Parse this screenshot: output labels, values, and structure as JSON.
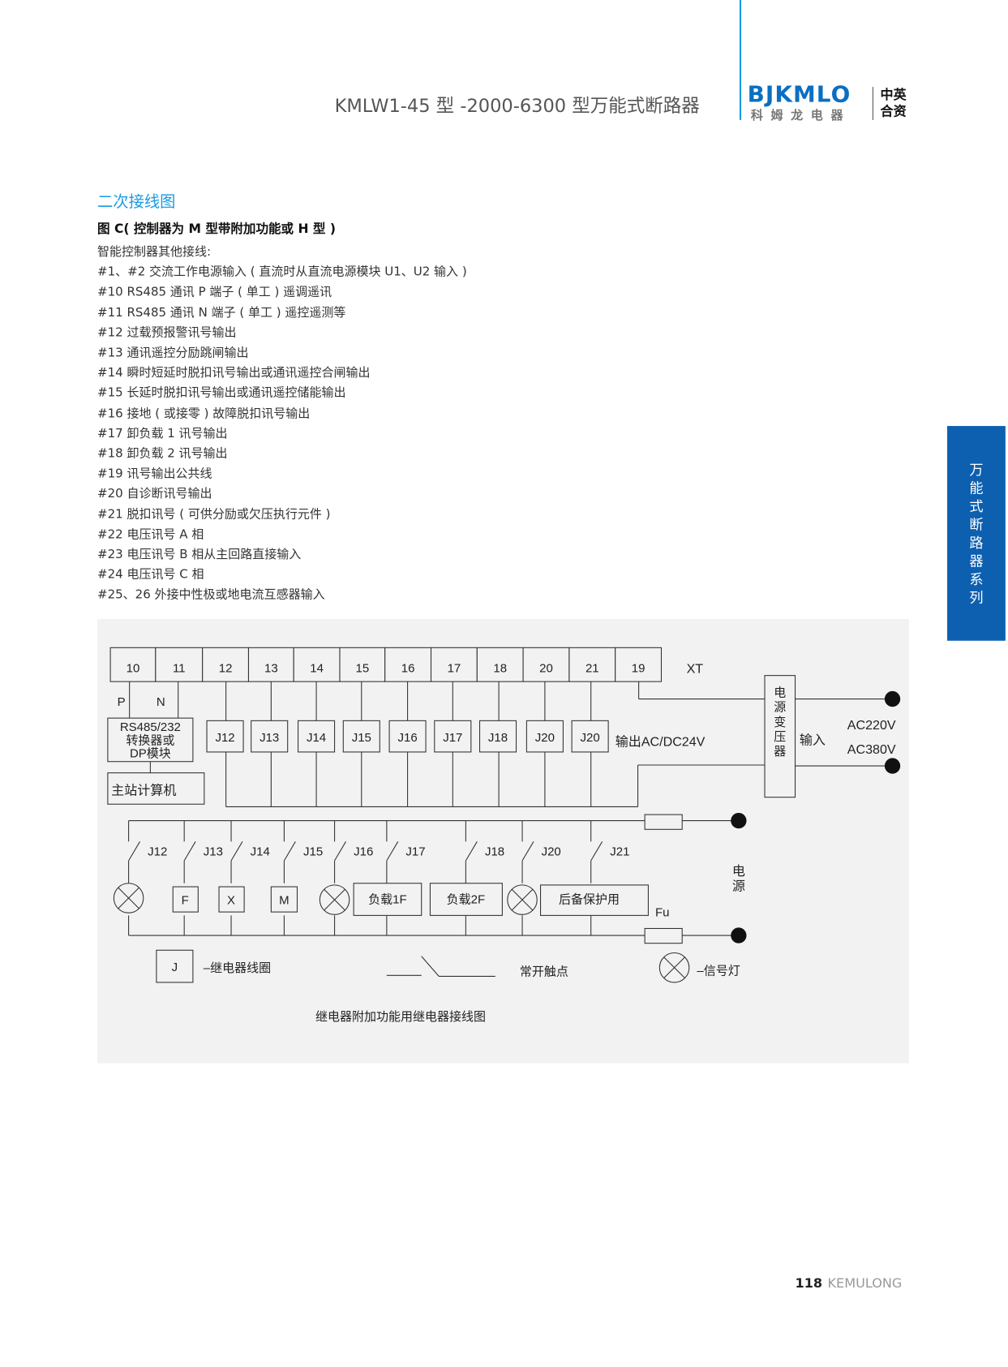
{
  "header": {
    "title": "KMLW1-45 型 -2000-6300 型万能式断路器",
    "logo_en": "BJKMLO",
    "logo_cn": "科姆龙电器",
    "logo_tag": "中英合资"
  },
  "side_tab": "万能式断路器系列",
  "section_title": "二次接线图",
  "figure_title": "图 C( 控制器为 M 型带附加功能或 H 型 )",
  "lines": [
    "智能控制器其他接线:",
    "#1、#2 交流工作电源输入 ( 直流时从直流电源模块 U1、U2 输入 )",
    "#10 RS485 通讯 P 端子 ( 单工 ) 遥调遥讯",
    "#11 RS485 通讯 N 端子 ( 单工 ) 遥控遥测等",
    "#12 过载预报警讯号输出",
    "#13 通讯遥控分励跳闸输出",
    "#14 瞬时短延时脱扣讯号输出或通讯遥控合闸输出",
    "#15 长延时脱扣讯号输出或通讯遥控储能输出",
    "#16 接地 ( 或接零 ) 故障脱扣讯号输出",
    "#17 卸负载 1 讯号输出",
    "#18 卸负载 2 讯号输出",
    "#19 讯号输出公共线",
    "#20 自诊断讯号输出",
    "#21 脱扣讯号 ( 可供分励或欠压执行元件 )",
    "#22 电压讯号 A 相",
    "#23 电压讯号 B 相从主回路直接输入",
    "#24 电压讯号 C 相",
    "#25、26 外接中性极或地电流互感器输入"
  ],
  "diagram": {
    "terminals": [
      "10",
      "11",
      "12",
      "13",
      "14",
      "15",
      "16",
      "17",
      "18",
      "20",
      "21",
      "19"
    ],
    "xt": "XT",
    "p": "P",
    "n": "N",
    "converter": [
      "RS485/232",
      "转换器或",
      "DP模块"
    ],
    "master": "主站计算机",
    "relays": [
      "J12",
      "J13",
      "J14",
      "J15",
      "J16",
      "J17",
      "J18",
      "J20",
      "J20"
    ],
    "output": "输出AC/DC24V",
    "transformer": "电源变压器",
    "input": "输入",
    "ac220": "AC220V",
    "ac380": "AC380V",
    "contacts": [
      "J12",
      "J13",
      "J14",
      "J15",
      "J16",
      "J17",
      "J18",
      "J20",
      "J21"
    ],
    "loads": {
      "f": "F",
      "x": "X",
      "m": "M",
      "load1": "负载1F",
      "load2": "负载2F",
      "backup": "后备保护用"
    },
    "power": "电源",
    "fu": "Fu",
    "legend": {
      "coil_symbol": "J",
      "coil": "–继电器线圈",
      "contact": "常开触点",
      "lamp": "–信号灯"
    },
    "caption": "继电器附加功能用继电器接线图",
    "accent": "#1a9ae0"
  },
  "footer": {
    "page": "118",
    "brand": "KEMULONG"
  }
}
